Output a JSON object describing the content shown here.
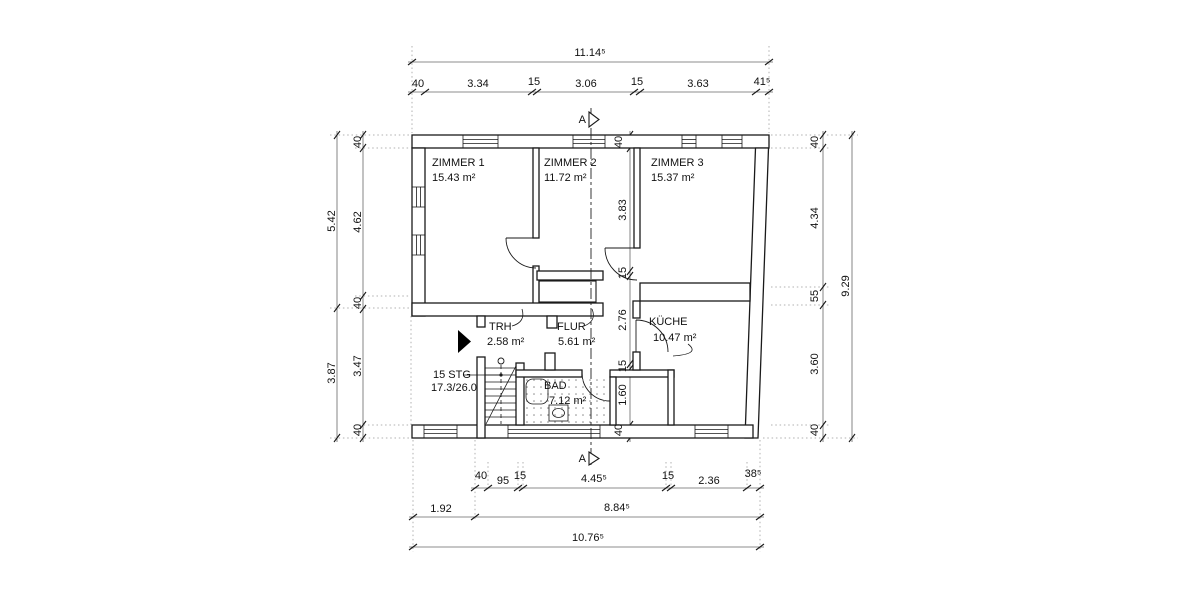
{
  "plan": {
    "rooms": {
      "zimmer1": {
        "name": "ZIMMER 1",
        "area": "15.43 m²"
      },
      "zimmer2": {
        "name": "ZIMMER 2",
        "area": "11.72 m²"
      },
      "zimmer3": {
        "name": "ZIMMER 3",
        "area": "15.37 m²"
      },
      "trh": {
        "name": "TRH",
        "area": "2.58 m²"
      },
      "flur": {
        "name": "FLUR",
        "area": "5.61 m²"
      },
      "kueche": {
        "name": "KÜCHE",
        "area": "10.47 m²"
      },
      "bad": {
        "name": "BAD",
        "area": "7.12 m²"
      }
    },
    "stair": {
      "label": "15 STG",
      "detail": "17.3/26.0"
    },
    "section_marker": "A",
    "dimensions": {
      "top": {
        "total": "11.14⁵",
        "chain": [
          "40",
          "3.34",
          "15",
          "3.06",
          "15",
          "3.63",
          "41⁵"
        ]
      },
      "left": {
        "outer": [
          "5.42",
          "3.87"
        ],
        "chain": [
          "40",
          "4.62",
          "40",
          "3.47",
          "40"
        ]
      },
      "right": {
        "outer": "9.29",
        "chain": [
          "40",
          "4.34",
          "55",
          "3.60",
          "40"
        ]
      },
      "interior_chain": [
        "40",
        "3.83",
        "15",
        "2.76",
        "15",
        "1.60",
        "40"
      ],
      "bottom": {
        "chain": [
          "40",
          "95",
          "15",
          "4.45⁵",
          "15",
          "2.36",
          "38⁵"
        ],
        "mid": [
          "1.92",
          "8.84⁵"
        ],
        "total": "10.76⁵"
      }
    }
  }
}
